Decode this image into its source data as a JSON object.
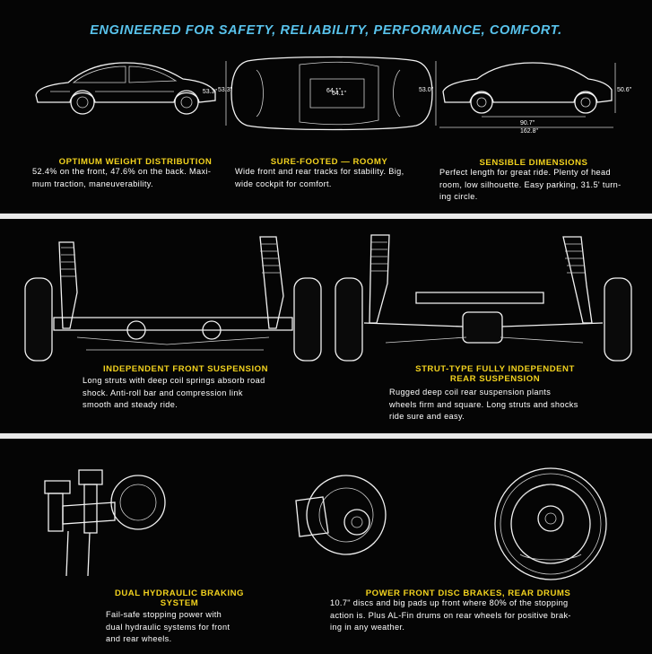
{
  "headline": "ENGINEERED FOR SAFETY, RELIABILITY, PERFORMANCE, COMFORT.",
  "section1": {
    "items": [
      {
        "title": "OPTIMUM WEIGHT DISTRIBUTION",
        "body": [
          "52.4% on the front, 47.6% on the back. Maxi-",
          "mum traction, maneuverability."
        ]
      },
      {
        "title": "SURE-FOOTED — ROOMY",
        "body": [
          "Wide front and rear tracks for stability. Big,",
          "wide cockpit for comfort."
        ]
      },
      {
        "title": "SENSIBLE DIMENSIONS",
        "body": [
          "Perfect length for great ride. Plenty of head",
          "room, low silhouette. Easy parking, 31.5' turn-",
          "ing circle."
        ]
      }
    ],
    "dims": {
      "front_height": "53.3\"",
      "track_front": "64.1\"",
      "rear_width": "53.0\"",
      "height": "50.6\"",
      "wheelbase": "90.7\"",
      "length": "162.8\""
    }
  },
  "section2": {
    "items": [
      {
        "title": "INDEPENDENT FRONT SUSPENSION",
        "body": [
          "Long struts with deep coil springs absorb road",
          "shock. Anti-roll bar and compression link",
          "smooth and steady ride."
        ]
      },
      {
        "title_lines": [
          "STRUT-TYPE FULLY INDEPENDENT",
          "REAR SUSPENSION"
        ],
        "body": [
          "Rugged deep coil rear suspension plants",
          "wheels firm and square. Long struts and shocks",
          "ride sure and easy."
        ]
      }
    ]
  },
  "section3": {
    "items": [
      {
        "title_lines": [
          "DUAL HYDRAULIC BRAKING",
          "SYSTEM"
        ],
        "body": [
          "Fail-safe stopping power with",
          "dual hydraulic systems for front",
          "and rear wheels."
        ]
      },
      {
        "title": "POWER FRONT DISC BRAKES, REAR DRUMS",
        "body": [
          "10.7\" discs and big pads up front where 80% of the stopping",
          "action is. Plus AL-Fin drums on rear wheels for positive brak-",
          "ing in any weather."
        ]
      }
    ]
  },
  "colors": {
    "background": "#050505",
    "headline": "#59c3ec",
    "caption_title": "#f2d21e",
    "divider": "#e9e9e9"
  }
}
